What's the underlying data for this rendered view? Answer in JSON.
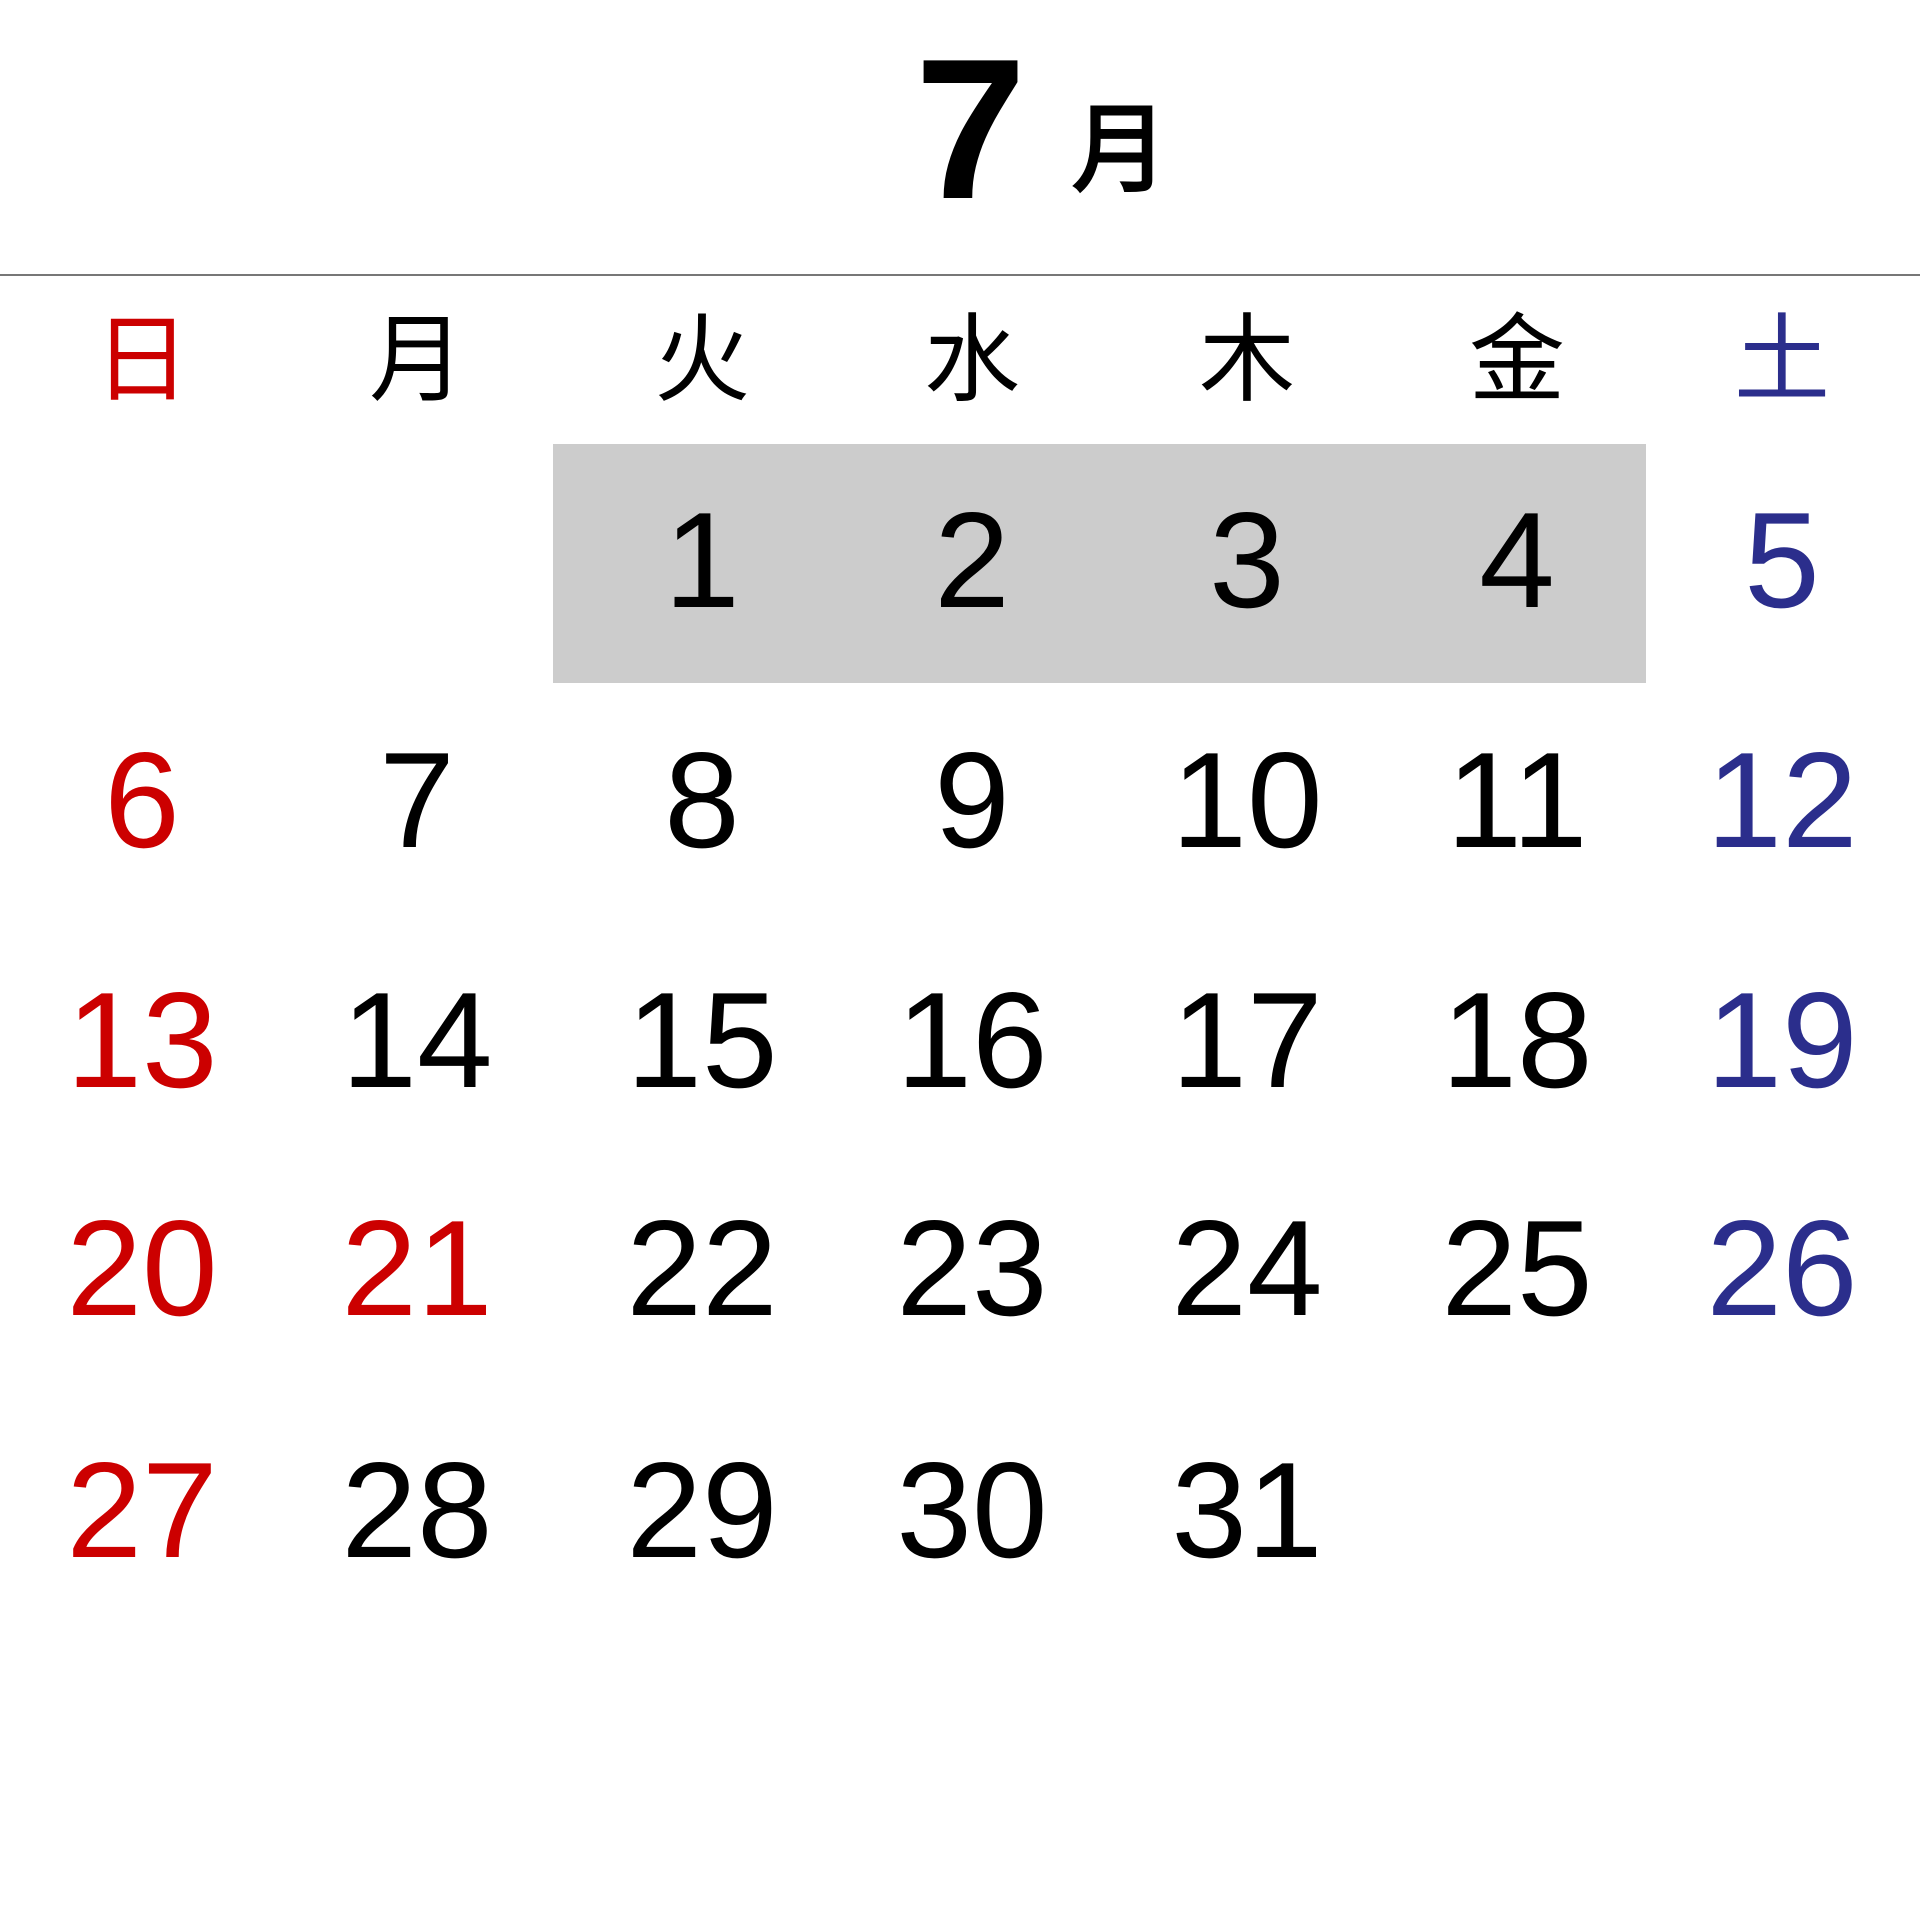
{
  "header": {
    "month_number": "7",
    "month_unit": "月"
  },
  "colors": {
    "sunday": "#cc0000",
    "weekday": "#000000",
    "saturday": "#2b2e8c",
    "highlight": "#cccccc"
  },
  "weekdays": [
    "日",
    "月",
    "火",
    "水",
    "木",
    "金",
    "土"
  ],
  "weeks": [
    [
      "",
      "",
      "1",
      "2",
      "3",
      "4",
      "5"
    ],
    [
      "6",
      "7",
      "8",
      "9",
      "10",
      "11",
      "12"
    ],
    [
      "13",
      "14",
      "15",
      "16",
      "17",
      "18",
      "19"
    ],
    [
      "20",
      "21",
      "22",
      "23",
      "24",
      "25",
      "26"
    ],
    [
      "27",
      "28",
      "29",
      "30",
      "31",
      "",
      ""
    ]
  ],
  "holidays": [
    "21"
  ],
  "highlighted_days": [
    "1",
    "2",
    "3",
    "4"
  ]
}
